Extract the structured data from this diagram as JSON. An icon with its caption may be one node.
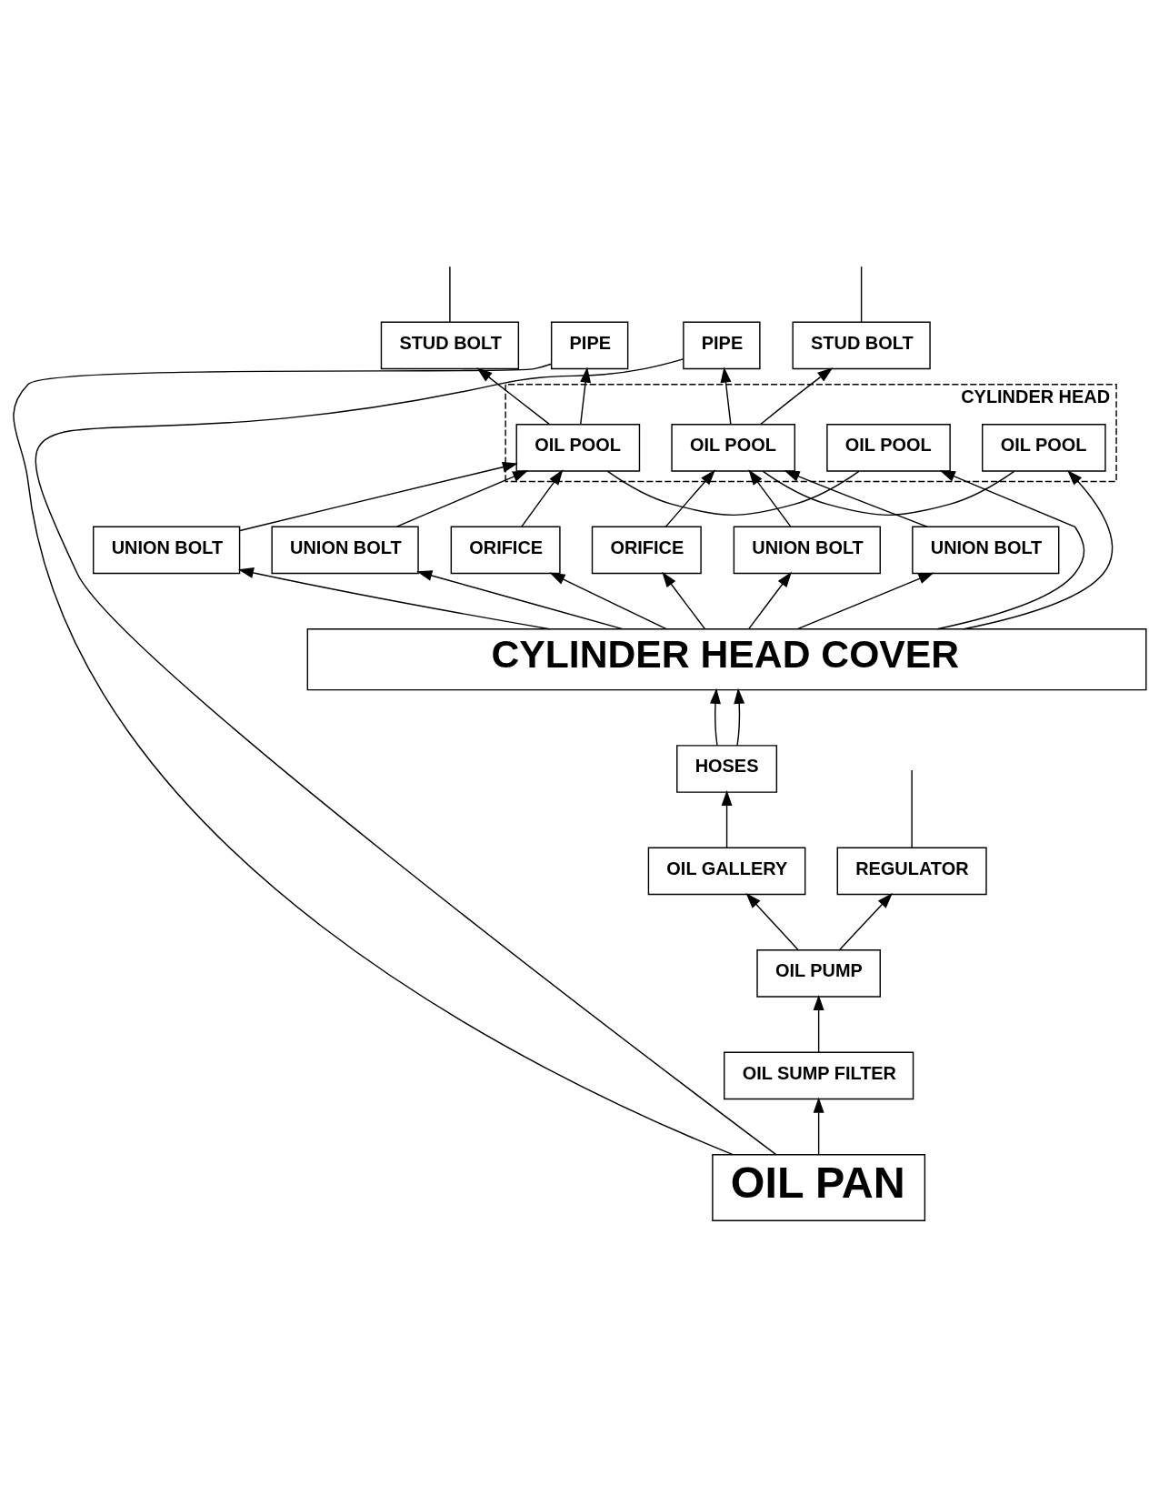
{
  "diagram": {
    "nodes": [
      {
        "text": [
          "STUD BOLT"
        ]
      },
      {
        "text": [
          "STUD BOLT"
        ]
      },
      {
        "text": [
          "PIPE"
        ]
      },
      {
        "text": [
          "PIPE"
        ]
      },
      {
        "text": [
          "CYLINDER HEAD"
        ]
      },
      {
        "text": [
          "OIL POOL"
        ],
        "in": 4
      },
      {
        "text": [
          "OIL POOL"
        ],
        "in": 4
      },
      {
        "text": [
          "OIL POOL"
        ],
        "in": 4
      },
      {
        "text": [
          "OIL POOL"
        ],
        "in": 4
      },
      {
        "text": [
          "UNION BOLT"
        ]
      },
      {
        "text": [
          "UNION BOLT"
        ]
      },
      {
        "text": [
          "ORIFICE"
        ]
      },
      {
        "text": [
          "ORIFICE"
        ]
      },
      {
        "text": [
          "UNION BOLT"
        ]
      },
      {
        "text": [
          "UNION BOLT"
        ]
      },
      {
        "text": [
          "CYLINDER HEAD COVER"
        ]
      },
      {
        "text": [
          "HOSES"
        ]
      },
      {
        "text": [
          "OIL GALLERY"
        ]
      },
      {
        "text": [
          "REGULATOR"
        ]
      },
      {
        "text": [
          "OIL PUMP"
        ]
      },
      {
        "text": [
          "OIL SUMP FILTER"
        ]
      },
      {
        "text": [
          "OIL PAN"
        ]
      }
    ],
    "edges": [
      {
        "from": 21,
        "to": 20,
        "arrow": "to"
      },
      {
        "from": 20,
        "to": 19,
        "arrow": "to"
      },
      {
        "from": 19,
        "to": 17,
        "arrow": "to"
      },
      {
        "from": 19,
        "to": 18,
        "arrow": "to"
      },
      {
        "from": 18,
        "to": null,
        "arrow": "none"
      },
      {
        "from": 17,
        "to": 16,
        "arrow": "to"
      },
      {
        "from": 16,
        "to": 15,
        "arrow": "to"
      },
      {
        "from": 16,
        "to": 15,
        "arrow": "to"
      },
      {
        "from": 15,
        "to": 5,
        "arrow": "to"
      },
      {
        "from": 15,
        "to": 9,
        "arrow": "to"
      },
      {
        "from": 15,
        "to": 10,
        "arrow": "to"
      },
      {
        "from": 15,
        "to": 11,
        "arrow": "to"
      },
      {
        "from": 15,
        "to": 12,
        "arrow": "to"
      },
      {
        "from": 15,
        "to": 13,
        "arrow": "to"
      },
      {
        "from": 15,
        "to": 14,
        "arrow": "to"
      },
      {
        "from": 15,
        "to": 8,
        "arrow": "to"
      },
      {
        "from": 9,
        "to": 6,
        "arrow": "to"
      },
      {
        "from": 10,
        "to": 6,
        "arrow": "to"
      },
      {
        "from": 11,
        "to": 6,
        "arrow": "to"
      },
      {
        "from": 12,
        "to": 7,
        "arrow": "to"
      },
      {
        "from": 13,
        "to": 7,
        "arrow": "to"
      },
      {
        "from": 14,
        "to": 7,
        "arrow": "to"
      },
      {
        "from": 5,
        "to": 6,
        "arrow": "none"
      },
      {
        "from": 8,
        "to": 7,
        "arrow": "none"
      },
      {
        "from": 6,
        "to": 2,
        "arrow": "to"
      },
      {
        "from": 6,
        "to": 0,
        "arrow": "to"
      },
      {
        "from": 7,
        "to": 1,
        "arrow": "to"
      },
      {
        "from": 7,
        "to": 3,
        "arrow": "to"
      },
      {
        "from": 0,
        "to": null,
        "arrow": "none"
      },
      {
        "from": 1,
        "to": null,
        "arrow": "none"
      },
      {
        "from": 2,
        "to": 21,
        "arrow": "none"
      },
      {
        "from": 3,
        "to": 21,
        "arrow": "none"
      }
    ]
  }
}
